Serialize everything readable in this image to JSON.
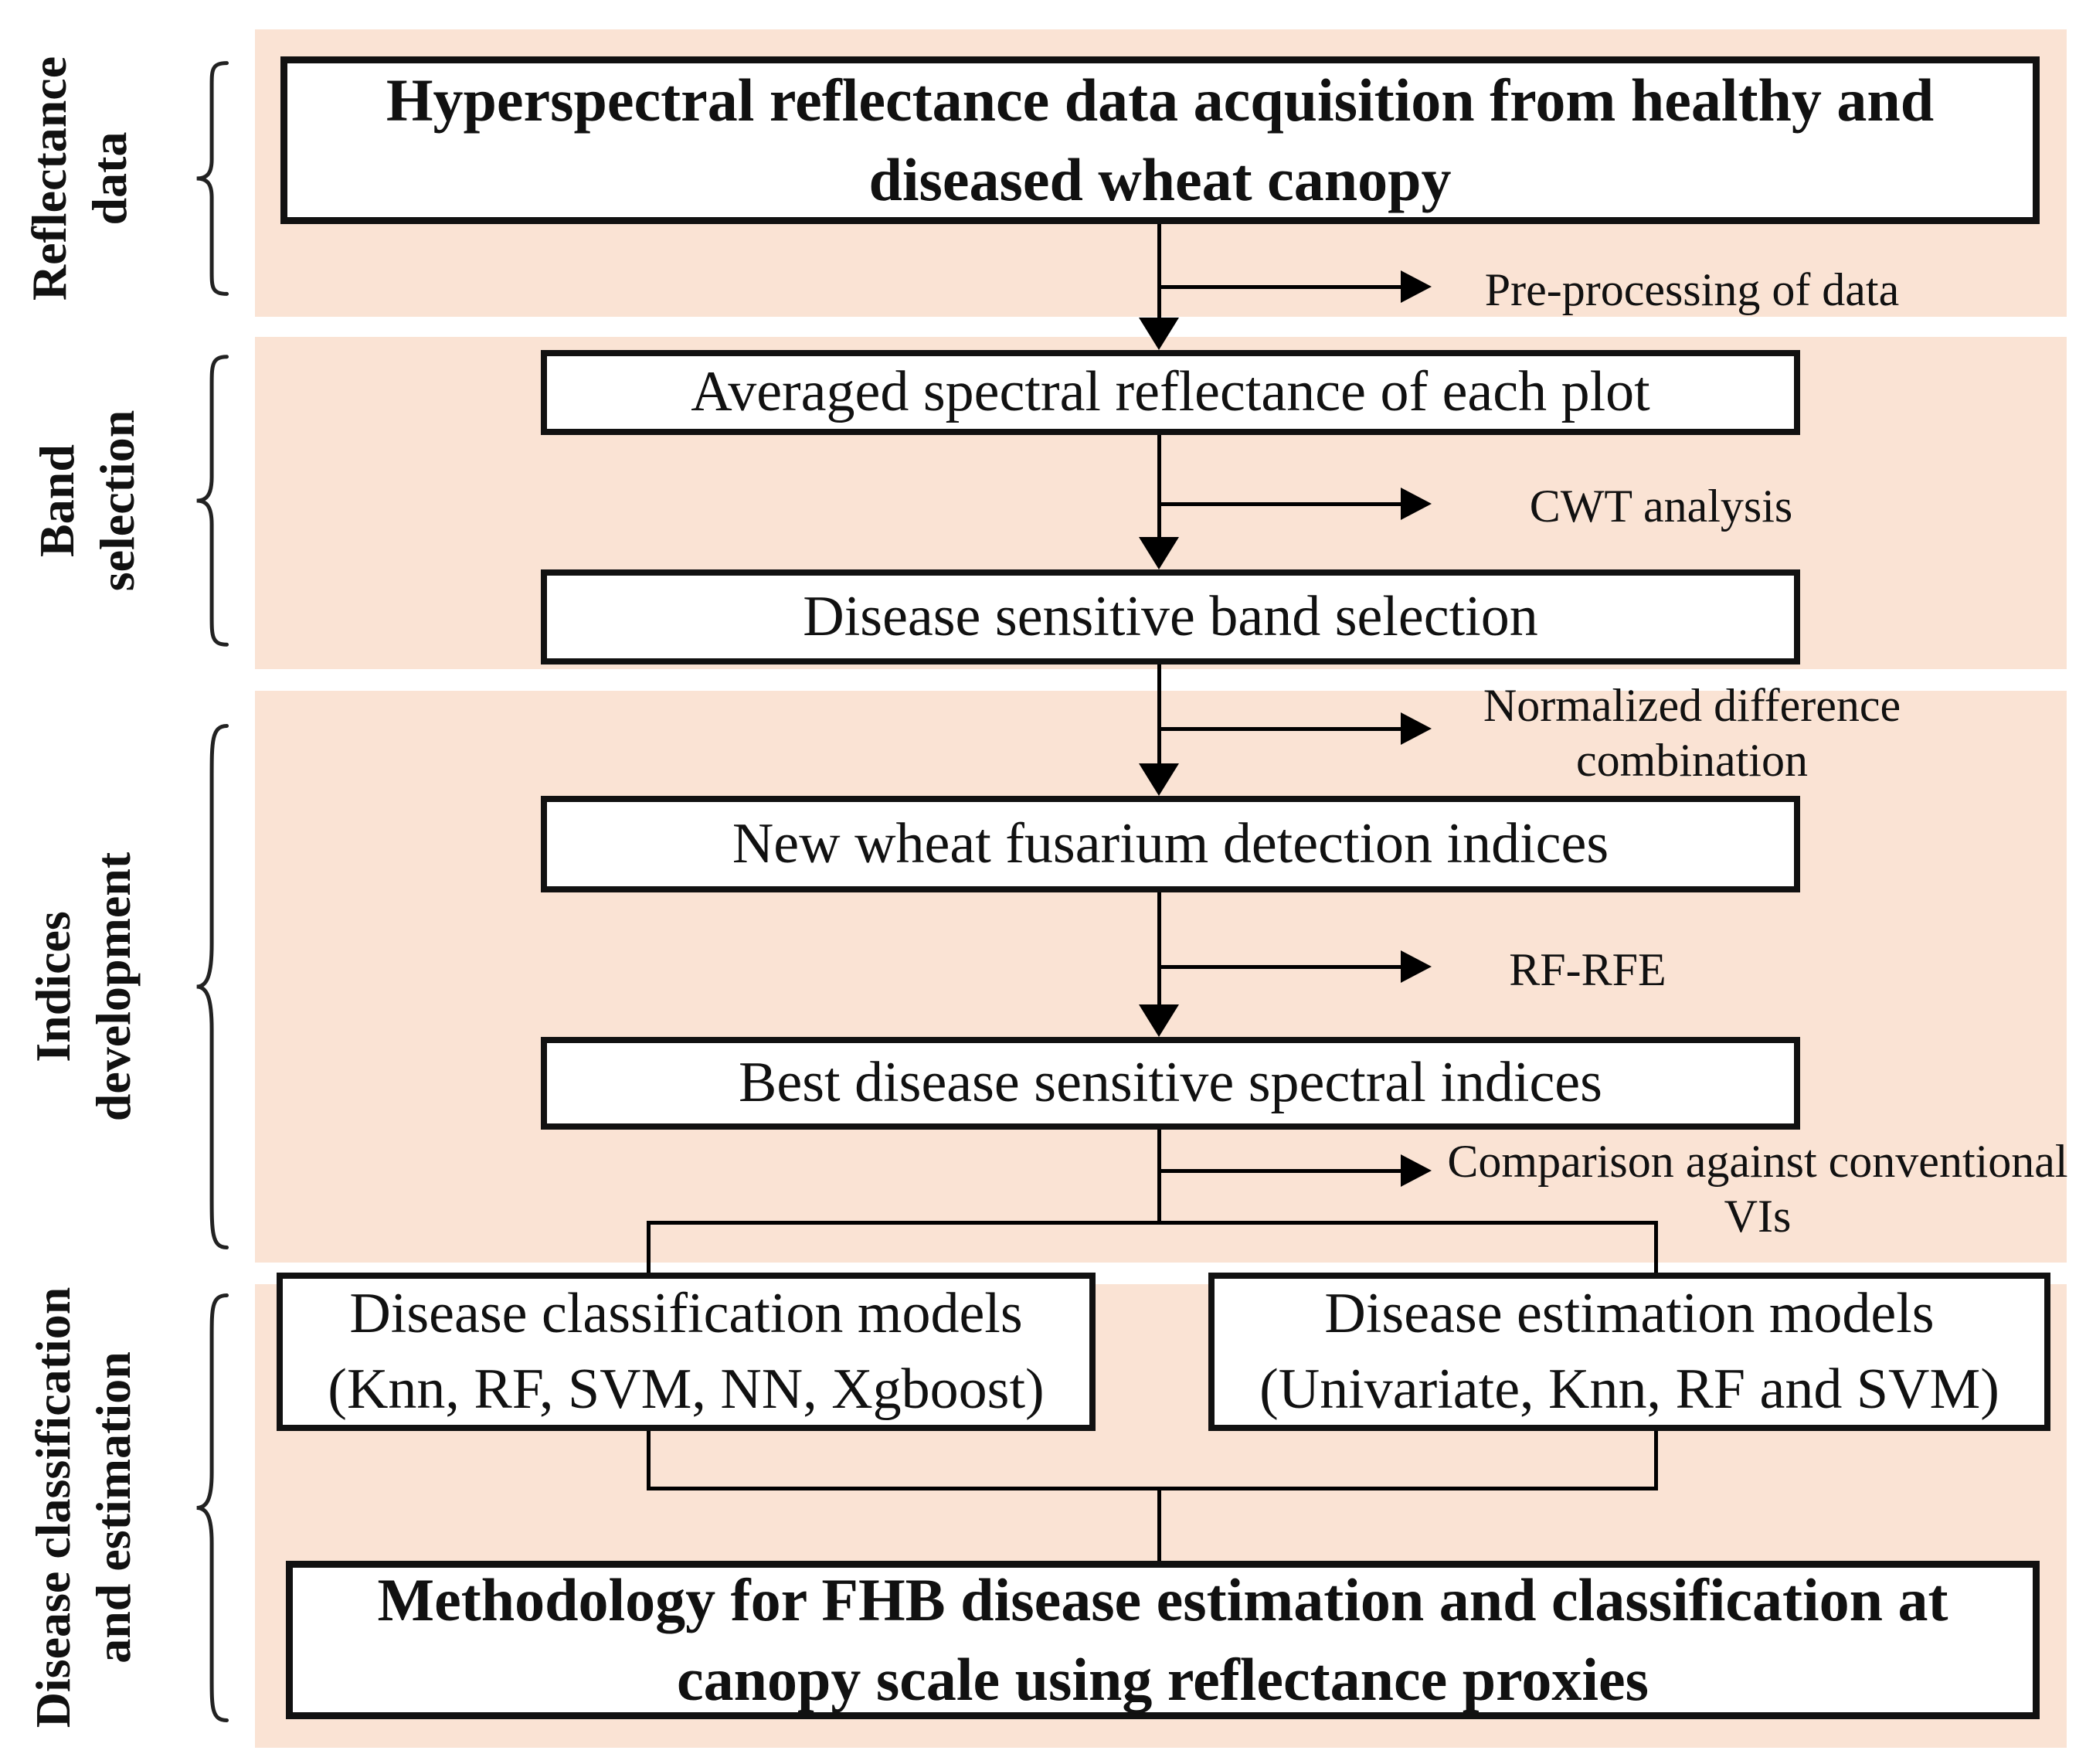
{
  "colors": {
    "band_background": "#fae3d4",
    "line": "#000000",
    "box_border": "#111111",
    "text": "#111111"
  },
  "side_labels": [
    {
      "line1": "Reflectance",
      "line2": "data"
    },
    {
      "line1": "Band",
      "line2": "selection"
    },
    {
      "line1": "Indices",
      "line2": "development"
    },
    {
      "line1": "Disease classification",
      "line2": "and estimation"
    }
  ],
  "boxes": {
    "acquisition": {
      "lines": [
        "Hyperspectral reflectance data acquisition from healthy and",
        "diseased wheat canopy"
      ]
    },
    "averaged": "Averaged spectral reflectance of each plot",
    "band_select": "Disease sensitive band selection",
    "new_indices": "New wheat fusarium detection indices",
    "best_indices": "Best disease sensitive spectral indices",
    "classification": {
      "lines": [
        "Disease classification models",
        "(Knn, RF, SVM, NN, Xgboost)"
      ]
    },
    "estimation": {
      "lines": [
        "Disease estimation models",
        "(Univariate, Knn, RF and SVM)"
      ]
    },
    "methodology": {
      "lines": [
        "Methodology for FHB disease estimation and classification at",
        "canopy scale using reflectance proxies"
      ]
    }
  },
  "annotations": {
    "preprocessing": "Pre-processing of data",
    "cwt": "CWT analysis",
    "normalized": {
      "lines": [
        "Normalized difference",
        "combination"
      ]
    },
    "rf_rfe": "RF-RFE",
    "comparison": {
      "lines": [
        "Comparison against conventional",
        "VIs"
      ]
    }
  }
}
